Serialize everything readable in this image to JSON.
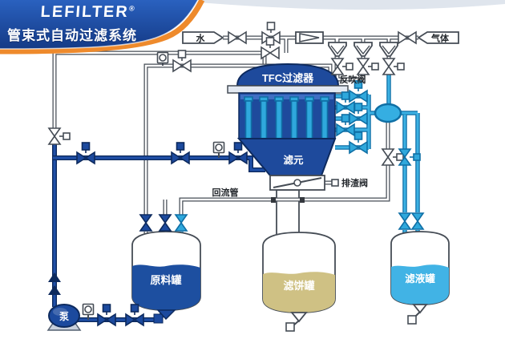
{
  "header": {
    "brand": "LEFILTER",
    "registered": "®",
    "subtitle": "管束式自动过滤系统"
  },
  "diagram": {
    "sources": {
      "water": "水",
      "gas": "气体"
    },
    "filter": {
      "title": "TFC过滤器",
      "elements_label": "滤元"
    },
    "valves": {
      "backflush": "反吹阀",
      "discharge": "排渣阀"
    },
    "pipes": {
      "return": "回流管"
    },
    "tanks": {
      "raw": {
        "label": "原料罐"
      },
      "cake": {
        "label": "滤饼罐"
      },
      "filtrate": {
        "label": "滤液罐"
      }
    },
    "pump": {
      "label": "泵"
    }
  },
  "colors": {
    "header_blue_top": "#2a61bf",
    "header_blue_bottom": "#143a86",
    "header_orange": "#ee8a2c",
    "pipe_navy": "#1c4a9e",
    "pipe_navy_dark": "#0d2a5e",
    "pipe_cyan": "#35aee2",
    "pipe_cyan_dark": "#0f6fa5",
    "outline_gray": "#454c55",
    "filter_body": "#1e4a9c",
    "raw_liquid": "#1d4fa0",
    "cake_liquid": "#cfc184",
    "filtrate_liquid": "#41b3e5"
  }
}
